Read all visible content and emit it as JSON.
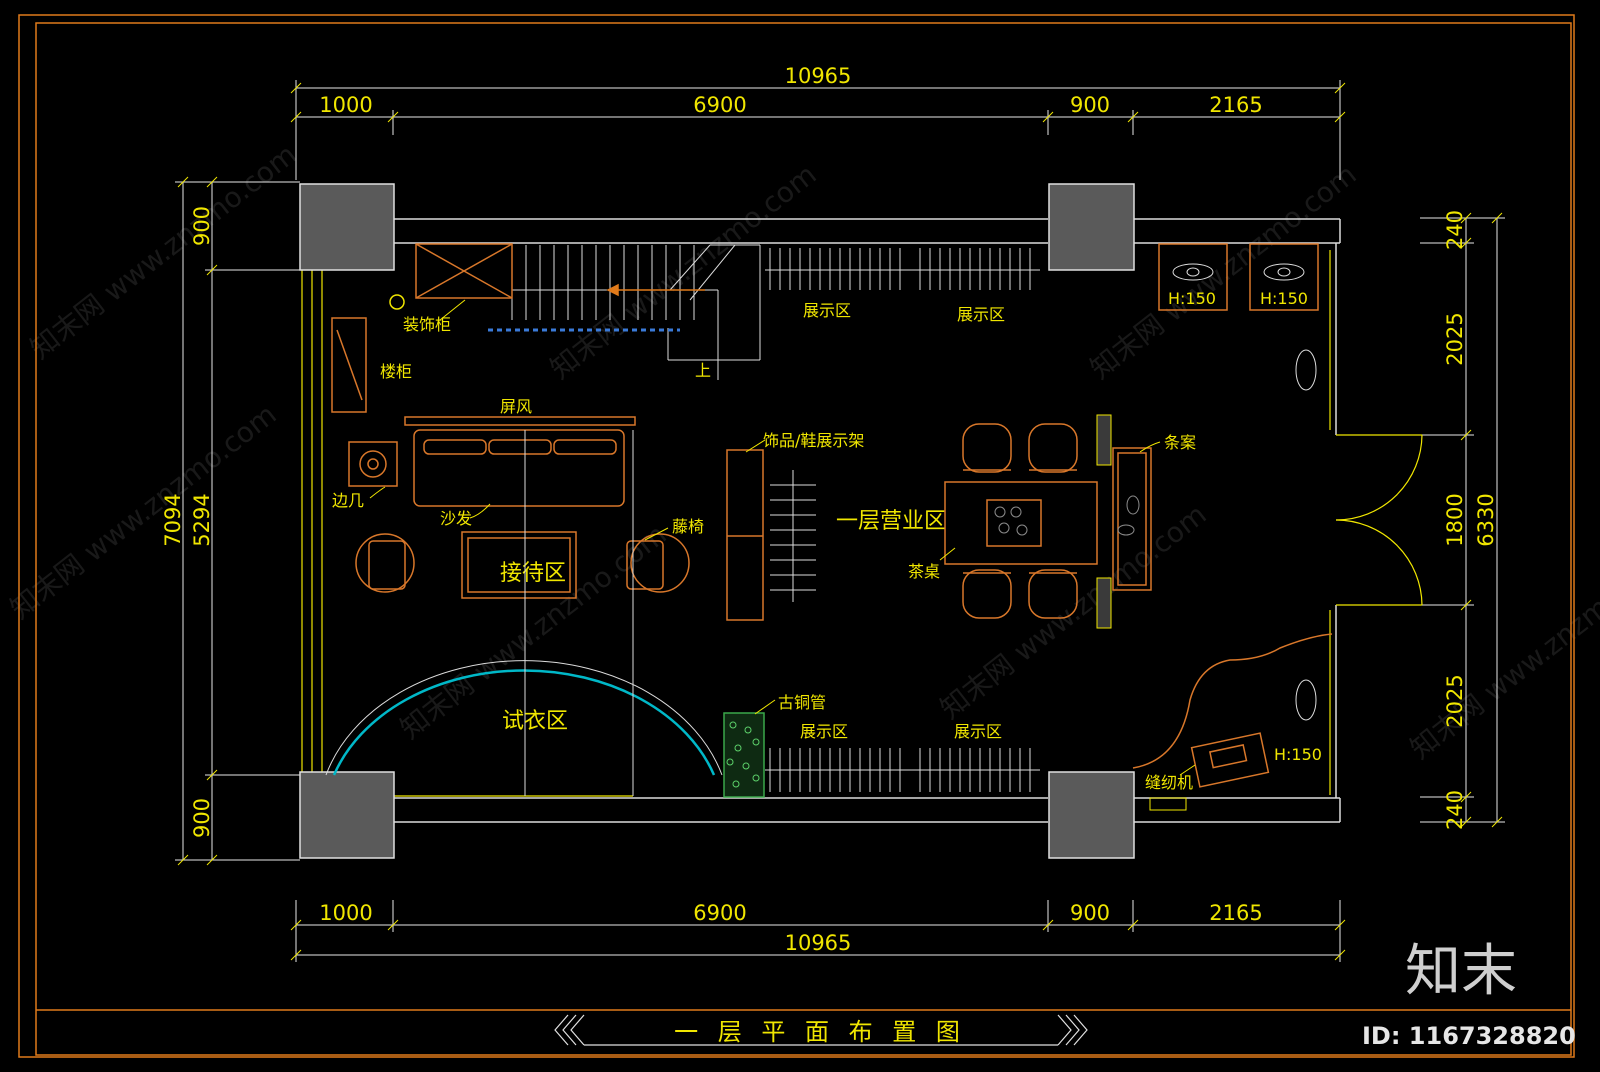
{
  "drawing": {
    "title": "一 层 平 面 布 置 图"
  },
  "dimensions": {
    "top_total": "10965",
    "top_segments": [
      "1000",
      "6900",
      "900",
      "2165"
    ],
    "bottom_segments": [
      "1000",
      "6900",
      "900",
      "2165"
    ],
    "bottom_total": "10965",
    "left_outer": "7094",
    "left_inner": "5294",
    "left_top": "900",
    "left_bottom": "900",
    "right_outer": "6330",
    "right_segments": [
      "240",
      "2025",
      "1800",
      "2025",
      "240"
    ]
  },
  "labels": {
    "decor_cabinet": "装饰柜",
    "stair_cabinet": "楼柜",
    "screen": "屏风",
    "side_table": "边几",
    "sofa": "沙发",
    "rattan": "藤椅",
    "reception": "接待区",
    "fitting": "试衣区",
    "display_top_1": "展示区",
    "display_top_2": "展示区",
    "display_bottom_1": "展示区",
    "display_bottom_2": "展示区",
    "shelf": "饰品/鞋展示架",
    "business_area": "一层营业区",
    "tea_table": "茶桌",
    "long_table": "条案",
    "bamboo": "古铜管",
    "sewing": "缝纫机",
    "stair_up": "上",
    "h150_a": "H:150",
    "h150_b": "H:150",
    "h150_c": "H:150"
  },
  "watermark": {
    "text": "知末网 www.znzmo.com",
    "logo": "知末",
    "id": "ID: 1167328820"
  },
  "colors": {
    "background": "#000000",
    "frame": "#e07a1a",
    "text": "#f0e600",
    "furniture": "#d8772a",
    "column": "#5a5a5a",
    "wall": "#dcdcdc",
    "arc": "#00b8c8",
    "stair_line": "#3a7ad8"
  }
}
